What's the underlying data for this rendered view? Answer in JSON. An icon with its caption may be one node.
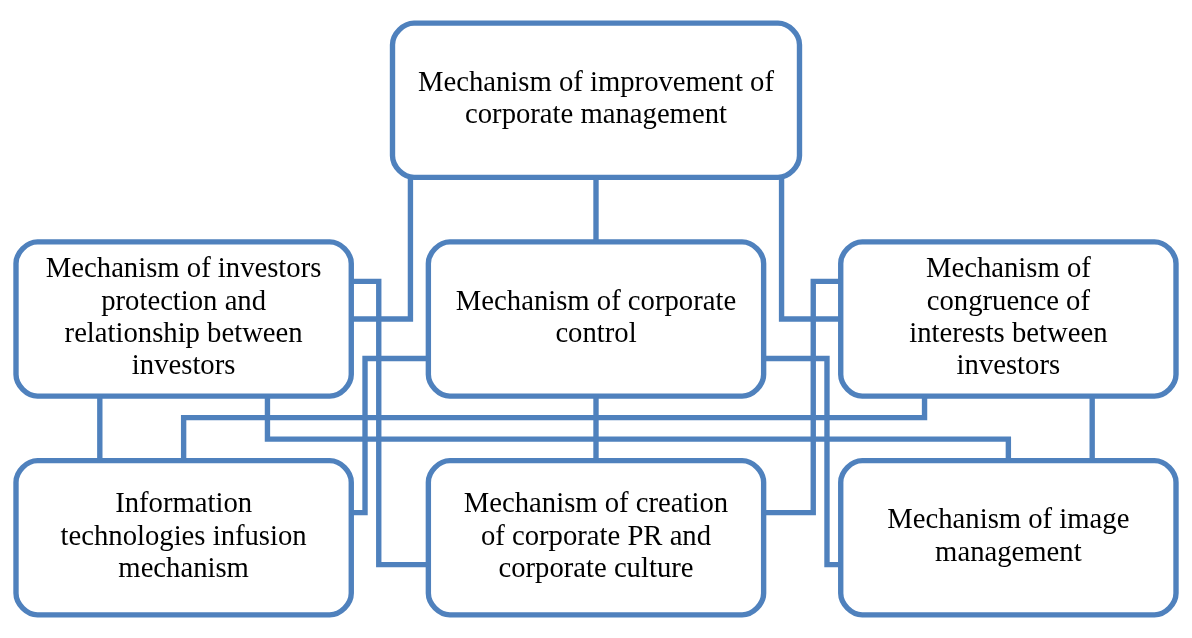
{
  "diagram": {
    "nodes": [
      {
        "text": [
          "Mechanism of improvement of corporate management"
        ]
      },
      {
        "text": [
          "Mechanism of investors protection and relationship between investors"
        ]
      },
      {
        "text": [
          "Mechanism of corporate control"
        ]
      },
      {
        "text": [
          "Mechanism of congruence of interests between investors"
        ]
      },
      {
        "text": [
          "Information technologies infusion mechanism"
        ]
      },
      {
        "text": [
          "Mechanism of creation of corporate PR and corporate culture"
        ]
      },
      {
        "text": [
          "Mechanism of image management"
        ]
      }
    ],
    "edges": [
      {
        "from": 0,
        "to": 1,
        "arrow": "none"
      },
      {
        "from": 0,
        "to": 2,
        "arrow": "none"
      },
      {
        "from": 0,
        "to": 3,
        "arrow": "none"
      },
      {
        "from": 1,
        "to": 4,
        "arrow": "none"
      },
      {
        "from": 1,
        "to": 5,
        "arrow": "none"
      },
      {
        "from": 1,
        "to": 6,
        "arrow": "none"
      },
      {
        "from": 2,
        "to": 4,
        "arrow": "none"
      },
      {
        "from": 2,
        "to": 5,
        "arrow": "none"
      },
      {
        "from": 2,
        "to": 6,
        "arrow": "none"
      },
      {
        "from": 3,
        "to": 4,
        "arrow": "none"
      },
      {
        "from": 3,
        "to": 5,
        "arrow": "none"
      },
      {
        "from": 3,
        "to": 6,
        "arrow": "none"
      }
    ]
  }
}
